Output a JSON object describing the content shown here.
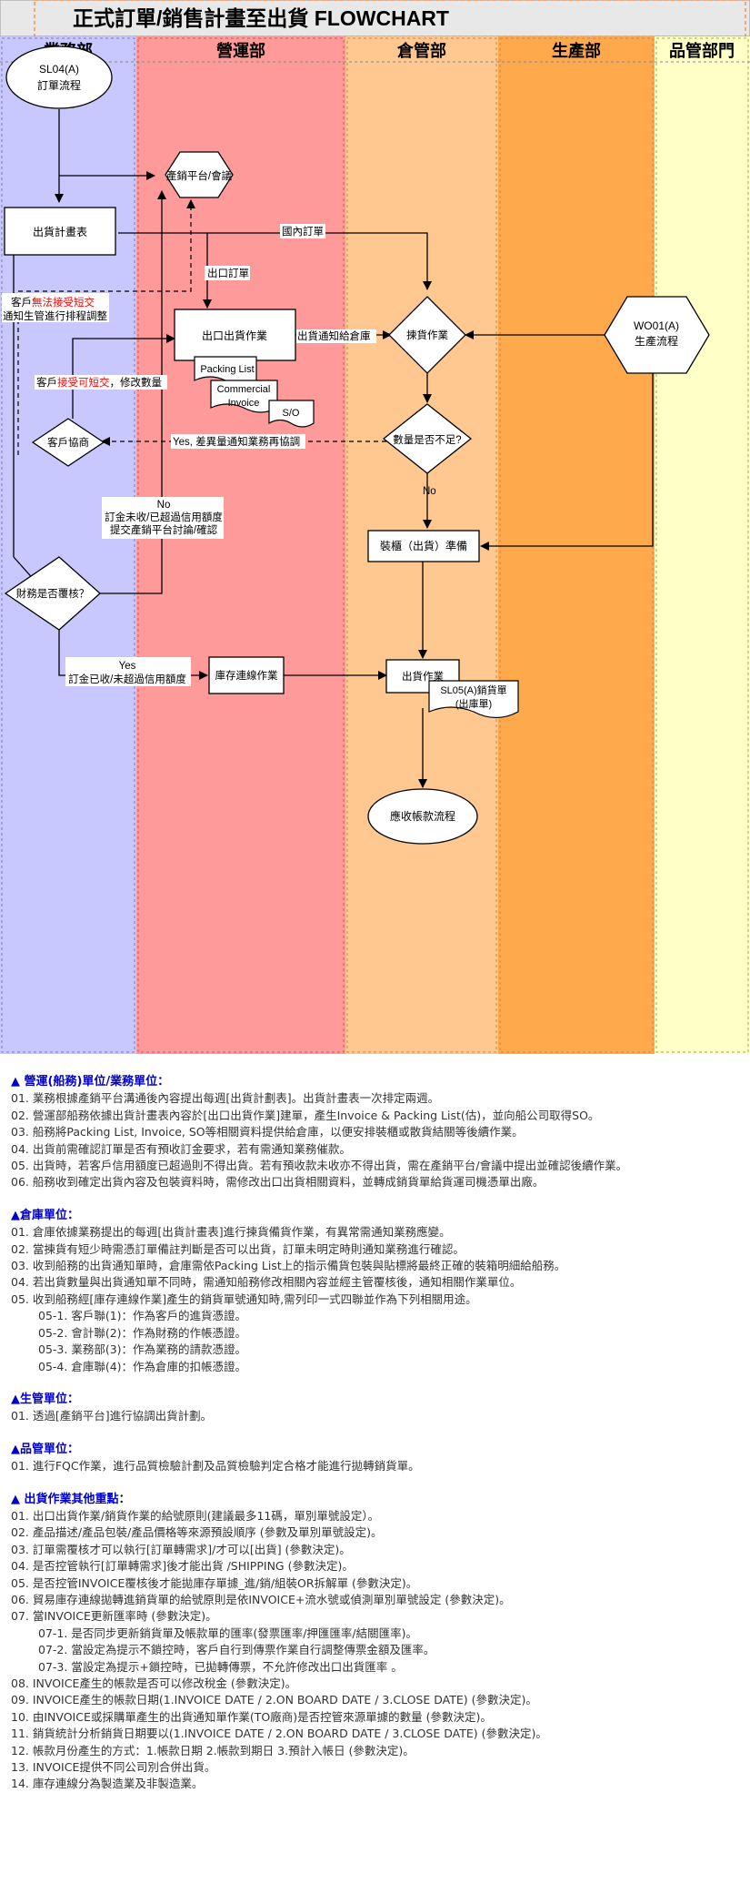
{
  "title": "正式訂單/銷售計畫至出貨 FLOWCHART",
  "lanes": [
    "業務部",
    "營運部",
    "倉管部",
    "生產部",
    "品管部門"
  ],
  "colors": {
    "lane_sales": "#c8c8ff",
    "lane_ops": "#ff9a9a",
    "lane_wh": "#ffc890",
    "lane_prod": "#ffa94d",
    "lane_qc": "#ffffc8",
    "title_bg": "#e8e8e8",
    "highlight_red": "#ff0000",
    "note_title": "#0000cc"
  },
  "nodes": {
    "sl04": [
      "SL04(A)",
      "訂單流程"
    ],
    "platform": "產銷平台/會議",
    "ship_plan": "出貨計畫表",
    "export_ship": "出口出貨作業",
    "packing_list": "Packing List",
    "commercial_invoice": [
      "Commercial",
      "Invoice"
    ],
    "so": "S/O",
    "picking": "揀貨作業",
    "wo01": [
      "WO01(A)",
      "生產流程"
    ],
    "qty_short": "數量是否不足?",
    "customer_negotiation": "客戶協商",
    "container_prep": "裝櫃（出貨）準備",
    "finance_review": "財務是否覆核？",
    "inventory_transfer": "庫存連線作業",
    "shipping_op": "出貨作業",
    "sl05": [
      "SL05(A)銷貨單",
      "(出庫單)"
    ],
    "ar_process": "應收帳款流程"
  },
  "labels": {
    "domestic_order": "國內訂單",
    "export_order": "出口訂單",
    "notify_warehouse": "出貨通知給倉庫",
    "reject_prefix": "客戶",
    "reject_red": "無法接受短交",
    "reject_line2": "通知生管進行排程調整",
    "accept_prefix": "客戶",
    "accept_red": "接受可短交",
    "accept_suffix": "，修改數量",
    "yes_diff": "Yes, 差異量通知業務再協調",
    "no_qty": "No",
    "no_finance": [
      "No",
      "訂金未收/已超過信用額度",
      "提交產銷平台討論/確認"
    ],
    "yes_finance": [
      "Yes",
      "訂金已收/未超過信用額度"
    ]
  },
  "notes": [
    {
      "title": "▲ 營運(船務)單位/業務單位：",
      "items": [
        "01. 業務根據產銷平台溝通後內容提出每週[出貨計劃表]。出貨計畫表一次排定兩週。",
        "02. 營運部船務依據出貨計畫表內容於[出口出貨作業]建單，產生Invoice & Packing List(估)，並向船公司取得SO。",
        "03. 船務將Packing List, Invoice, SO等相關資料提供給倉庫，以便安排裝櫃或散貨結關等後續作業。",
        "04. 出貨前需確認訂單是否有預收訂金要求，若有需通知業務催款。",
        "05. 出貨時，若客戶信用額度已超過則不得出貨。若有預收款未收亦不得出貨，需在產銷平台/會議中提出並確認後續作業。",
        "06. 船務收到確定出貨內容及包裝資料時，需修改出口出貨相關資料，並轉成銷貨單給貨運司機憑單出廠。"
      ]
    },
    {
      "title": "▲倉庫單位：",
      "items": [
        "01. 倉庫依據業務提出的每週[出貨計畫表]進行揀貨備貨作業，有異常需通知業務應變。",
        "02. 當揀貨有短少時需憑訂單備註判斷是否可以出貨，訂單未明定時則通知業務進行確認。",
        "03. 收到船務的出貨通知單時，倉庫需依Packing List上的指示備貨包裝與貼標將最終正確的裝箱明細給船務。",
        "04. 若出貨數量與出貨通知單不同時，需通知船務修改相關內容並經主管覆核後，通知相關作業單位。",
        "05. 收到船務經[庫存連線作業]產生的銷貨單號通知時,需列印一式四聯並作為下列相關用途。"
      ],
      "subs": [
        "05-1.  客戶聯(1)：作為客戶的進貨憑證。",
        "05-2.  會計聯(2)：作為財務的作帳憑證。",
        "05-3.  業務部(3)：作為業務的請款憑證。",
        "05-4.  倉庫聯(4)：作為倉庫的扣帳憑證。"
      ]
    },
    {
      "title": "▲生管單位：",
      "items": [
        "01. 透過[產銷平台]進行協調出貨計劃。"
      ]
    },
    {
      "title": "▲品管單位：",
      "items": [
        "01. 進行FQC作業，進行品質檢驗計劃及品質檢驗判定合格才能進行拋轉銷貨單。"
      ]
    },
    {
      "title": "▲ 出貨作業其他重點：",
      "items": [
        "01. 出口出貨作業/銷貨作業的給號原則(建議最多11碼，單別單號設定）。",
        "02. 產品描述/產品包裝/產品價格等來源預設順序 (參數及單別單號設定)。",
        "03. 訂單需覆核才可以執行[訂單轉需求]/才可以[出貨] (參數決定)。",
        "04. 是否控管執行[訂單轉需求]後才能出貨 /SHIPPING (參數決定)。",
        "05. 是否控管INVOICE覆核後才能拋庫存單據_進/銷/組裝OR拆解單 (參數決定)。",
        "06. 貿易庫存連線拋轉進銷貨單的給號原則是依INVOICE+流水號或偵測單別單號設定 (參數決定)。",
        "07. 當INVOICE更新匯率時 (參數決定)。"
      ],
      "subs": [
        "07-1. 是否同步更新銷貨單及帳款單的匯率(發票匯率/押匯匯率/結關匯率)。",
        "07-2. 當設定為提示不鎖控時，客戶自行到傳票作業自行調整傳票金額及匯率。",
        "07-3. 當設定為提示+鎖控時，已拋轉傳票，不允許修改出口出貨匯率 。"
      ],
      "items_after": [
        "08. INVOICE產生的帳款是否可以修改稅金 (參數決定)。",
        "09. INVOICE產生的帳款日期(1.INVOICE DATE / 2.ON BOARD DATE / 3.CLOSE DATE) (參數決定)。",
        "10. 由INVOICE或採購單產生的出貨通知單作業(TO廠商)是否控管來源單據的數量 (參數決定)。",
        "11. 銷貨統計分析銷貨日期要以(1.INVOICE DATE / 2.ON BOARD DATE / 3.CLOSE DATE) (參數決定)。",
        "12. 帳款月份產生的方式：1.帳款日期 2.帳款到期日 3.預計入帳日 (參數決定)。",
        "13. INVOICE提供不同公司別合併出貨。",
        "14. 庫存連線分為製造業及非製造業。"
      ]
    }
  ]
}
